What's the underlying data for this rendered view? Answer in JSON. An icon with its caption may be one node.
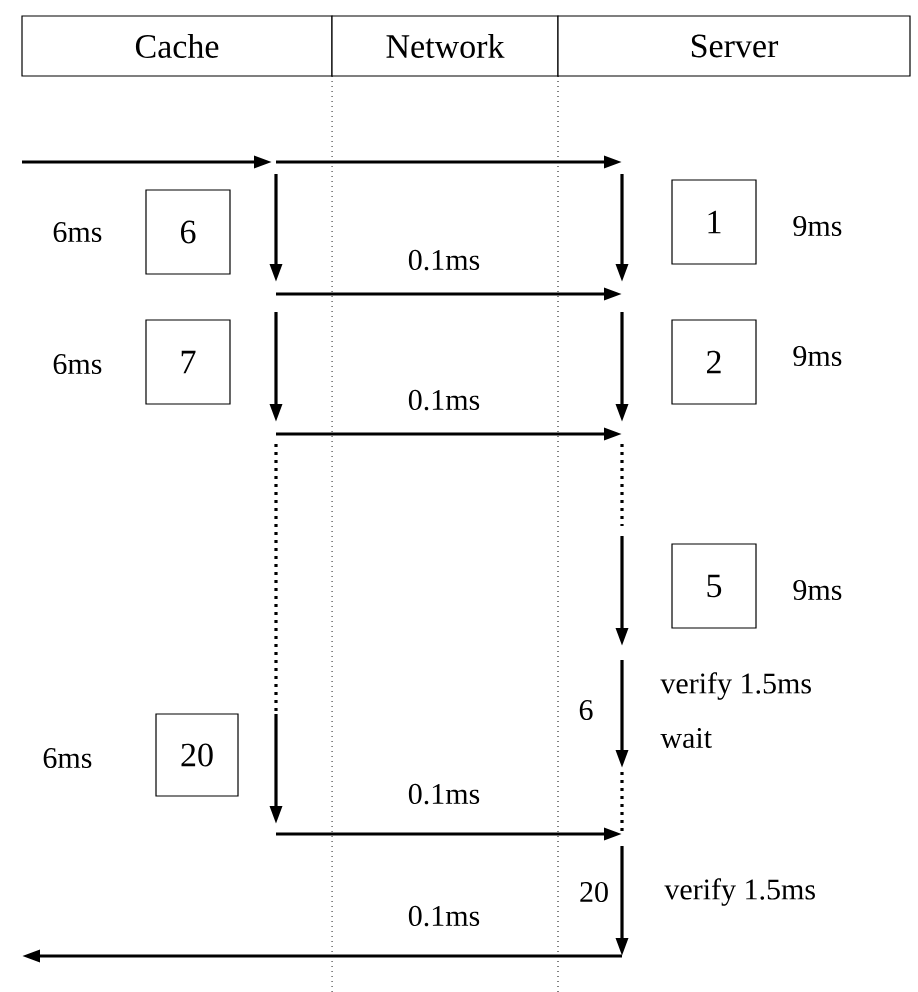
{
  "diagram": {
    "nodes": [
      {
        "text": [
          "Cache"
        ]
      },
      {
        "text": [
          "Network"
        ]
      },
      {
        "text": [
          "Server"
        ]
      },
      {
        "text": [
          "6"
        ]
      },
      {
        "text": [
          "1"
        ]
      },
      {
        "text": [
          "7"
        ]
      },
      {
        "text": [
          "2"
        ]
      },
      {
        "text": [
          "5"
        ]
      },
      {
        "text": [
          "20"
        ]
      }
    ],
    "labels": [
      "6ms",
      "9ms",
      "0.1ms",
      "6ms",
      "9ms",
      "0.1ms",
      "9ms",
      "verify 1.5ms",
      "6",
      "wait",
      "6ms",
      "0.1ms",
      "20",
      "verify 1.5ms",
      "0.1ms"
    ]
  }
}
